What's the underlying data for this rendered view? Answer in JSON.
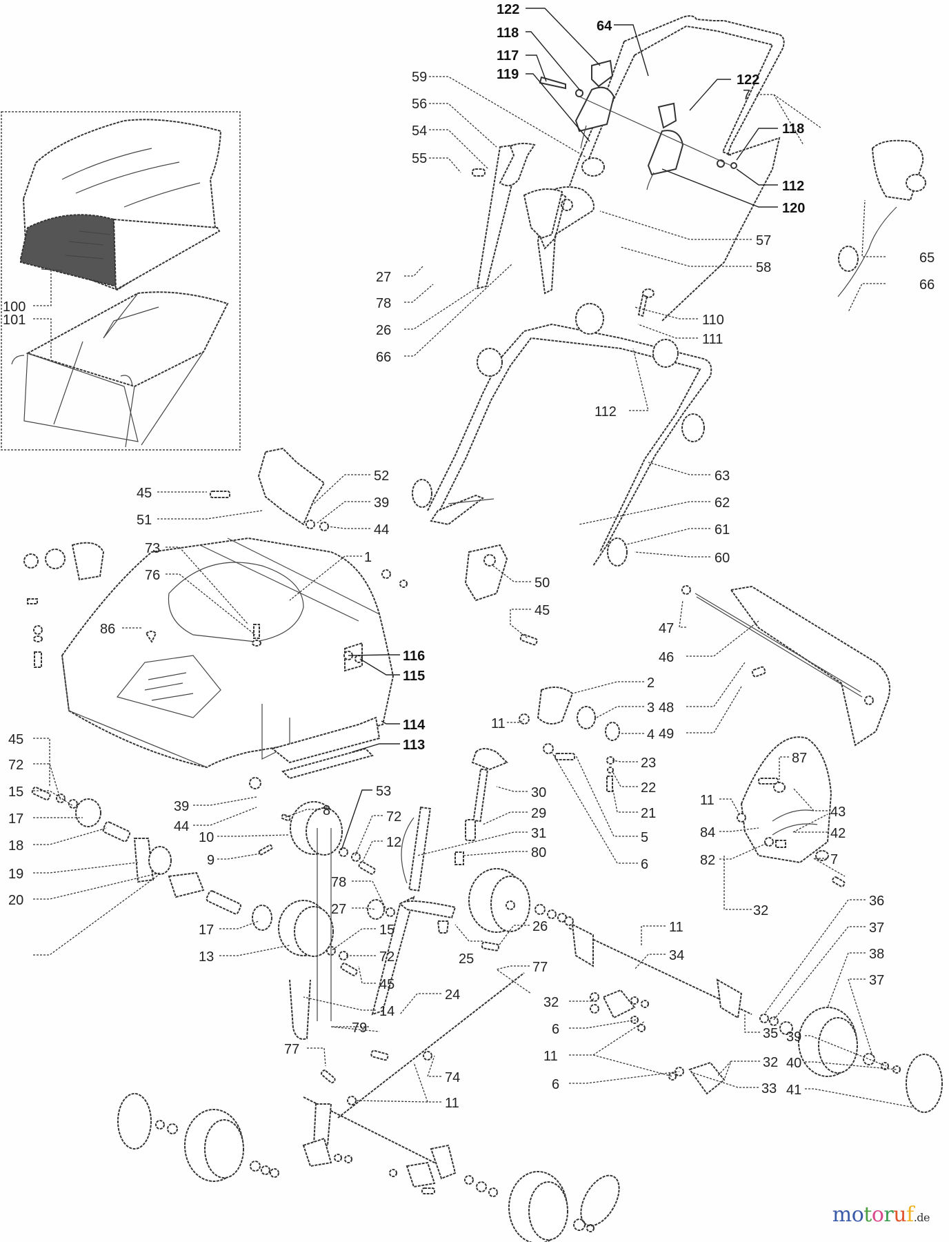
{
  "diagram": {
    "subject": "Lawn scarifier exploded parts view",
    "callouts": [
      {
        "id": "c122a",
        "text": "122",
        "bold": true
      },
      {
        "id": "c118a",
        "text": "118",
        "bold": true
      },
      {
        "id": "c117",
        "text": "117",
        "bold": true
      },
      {
        "id": "c119",
        "text": "119",
        "bold": true
      },
      {
        "id": "c64",
        "text": "64",
        "bold": true
      },
      {
        "id": "c122b",
        "text": "122",
        "bold": true
      },
      {
        "id": "c7a",
        "text": "7"
      },
      {
        "id": "c118b",
        "text": "118",
        "bold": true
      },
      {
        "id": "c112a",
        "text": "112",
        "bold": true
      },
      {
        "id": "c120",
        "text": "120",
        "bold": true
      },
      {
        "id": "c59",
        "text": "59"
      },
      {
        "id": "c56",
        "text": "56"
      },
      {
        "id": "c54",
        "text": "54"
      },
      {
        "id": "c55",
        "text": "55"
      },
      {
        "id": "c57",
        "text": "57"
      },
      {
        "id": "c58",
        "text": "58"
      },
      {
        "id": "c65",
        "text": "65"
      },
      {
        "id": "c66a",
        "text": "66"
      },
      {
        "id": "c27a",
        "text": "27"
      },
      {
        "id": "c78a",
        "text": "78"
      },
      {
        "id": "c26a",
        "text": "26"
      },
      {
        "id": "c66b",
        "text": "66"
      },
      {
        "id": "c110",
        "text": "110"
      },
      {
        "id": "c111",
        "text": "111"
      },
      {
        "id": "c112b",
        "text": "112"
      },
      {
        "id": "c63",
        "text": "63"
      },
      {
        "id": "c62",
        "text": "62"
      },
      {
        "id": "c61",
        "text": "61"
      },
      {
        "id": "c60",
        "text": "60"
      },
      {
        "id": "c100",
        "text": "100"
      },
      {
        "id": "c101",
        "text": "101"
      },
      {
        "id": "c45a",
        "text": "45"
      },
      {
        "id": "c51",
        "text": "51"
      },
      {
        "id": "c52",
        "text": "52"
      },
      {
        "id": "c39a",
        "text": "39"
      },
      {
        "id": "c44a",
        "text": "44"
      },
      {
        "id": "c73",
        "text": "73"
      },
      {
        "id": "c76",
        "text": "76"
      },
      {
        "id": "c1",
        "text": "1"
      },
      {
        "id": "c86",
        "text": "86"
      },
      {
        "id": "c50",
        "text": "50"
      },
      {
        "id": "c45b",
        "text": "45"
      },
      {
        "id": "c116",
        "text": "116",
        "bold": true
      },
      {
        "id": "c115",
        "text": "115",
        "bold": true
      },
      {
        "id": "c114",
        "text": "114",
        "bold": true
      },
      {
        "id": "c113",
        "text": "113",
        "bold": true
      },
      {
        "id": "c47",
        "text": "47"
      },
      {
        "id": "c46",
        "text": "46"
      },
      {
        "id": "c48",
        "text": "48"
      },
      {
        "id": "c49",
        "text": "49"
      },
      {
        "id": "c2",
        "text": "2"
      },
      {
        "id": "c11a",
        "text": "11"
      },
      {
        "id": "c3",
        "text": "3"
      },
      {
        "id": "c4",
        "text": "4"
      },
      {
        "id": "c23",
        "text": "23"
      },
      {
        "id": "c22",
        "text": "22"
      },
      {
        "id": "c21",
        "text": "21"
      },
      {
        "id": "c5",
        "text": "5"
      },
      {
        "id": "c6a",
        "text": "6"
      },
      {
        "id": "c87",
        "text": "87"
      },
      {
        "id": "c43",
        "text": "43"
      },
      {
        "id": "c11b",
        "text": "11"
      },
      {
        "id": "c42",
        "text": "42"
      },
      {
        "id": "c84",
        "text": "84"
      },
      {
        "id": "c82",
        "text": "82"
      },
      {
        "id": "c7b",
        "text": "7"
      },
      {
        "id": "c32a",
        "text": "32"
      },
      {
        "id": "c45c",
        "text": "45"
      },
      {
        "id": "c72a",
        "text": "72"
      },
      {
        "id": "c15a",
        "text": "15"
      },
      {
        "id": "c17a",
        "text": "17"
      },
      {
        "id": "c18",
        "text": "18"
      },
      {
        "id": "c19",
        "text": "19"
      },
      {
        "id": "c20",
        "text": "20"
      },
      {
        "id": "c39b",
        "text": "39"
      },
      {
        "id": "c44b",
        "text": "44"
      },
      {
        "id": "c8",
        "text": "8"
      },
      {
        "id": "c10",
        "text": "10"
      },
      {
        "id": "c9",
        "text": "9"
      },
      {
        "id": "c53",
        "text": "53"
      },
      {
        "id": "c72b",
        "text": "72"
      },
      {
        "id": "c12",
        "text": "12"
      },
      {
        "id": "c30",
        "text": "30"
      },
      {
        "id": "c29",
        "text": "29"
      },
      {
        "id": "c31",
        "text": "31"
      },
      {
        "id": "c80",
        "text": "80"
      },
      {
        "id": "c78b",
        "text": "78"
      },
      {
        "id": "c27b",
        "text": "27"
      },
      {
        "id": "c17b",
        "text": "17"
      },
      {
        "id": "c15b",
        "text": "15"
      },
      {
        "id": "c13",
        "text": "13"
      },
      {
        "id": "c72c",
        "text": "72"
      },
      {
        "id": "c45d",
        "text": "45"
      },
      {
        "id": "c14",
        "text": "14"
      },
      {
        "id": "c26b",
        "text": "26"
      },
      {
        "id": "c25",
        "text": "25"
      },
      {
        "id": "c77a",
        "text": "77"
      },
      {
        "id": "c24",
        "text": "24"
      },
      {
        "id": "c79",
        "text": "79"
      },
      {
        "id": "c77b",
        "text": "77"
      },
      {
        "id": "c74",
        "text": "74"
      },
      {
        "id": "c11c",
        "text": "11"
      },
      {
        "id": "c11d",
        "text": "11"
      },
      {
        "id": "c34",
        "text": "34"
      },
      {
        "id": "c32b",
        "text": "32"
      },
      {
        "id": "c6b",
        "text": "6"
      },
      {
        "id": "c11e",
        "text": "11"
      },
      {
        "id": "c6c",
        "text": "6"
      },
      {
        "id": "c36",
        "text": "36"
      },
      {
        "id": "c37a",
        "text": "37"
      },
      {
        "id": "c38",
        "text": "38"
      },
      {
        "id": "c37b",
        "text": "37"
      },
      {
        "id": "c35",
        "text": "35"
      },
      {
        "id": "c32c",
        "text": "32"
      },
      {
        "id": "c33",
        "text": "33"
      },
      {
        "id": "c39c",
        "text": "39"
      },
      {
        "id": "c40",
        "text": "40"
      },
      {
        "id": "c41",
        "text": "41"
      }
    ]
  },
  "watermark": {
    "letters": [
      {
        "ch": "m",
        "color": "#3a5ba8"
      },
      {
        "ch": "o",
        "color": "#3a5ba8"
      },
      {
        "ch": "t",
        "color": "#4aa040"
      },
      {
        "ch": "o",
        "color": "#d8488a"
      },
      {
        "ch": "r",
        "color": "#3a9a50"
      },
      {
        "ch": "u",
        "color": "#e0542c"
      },
      {
        "ch": "f",
        "color": "#f0b020"
      }
    ],
    "tld": ".de"
  }
}
